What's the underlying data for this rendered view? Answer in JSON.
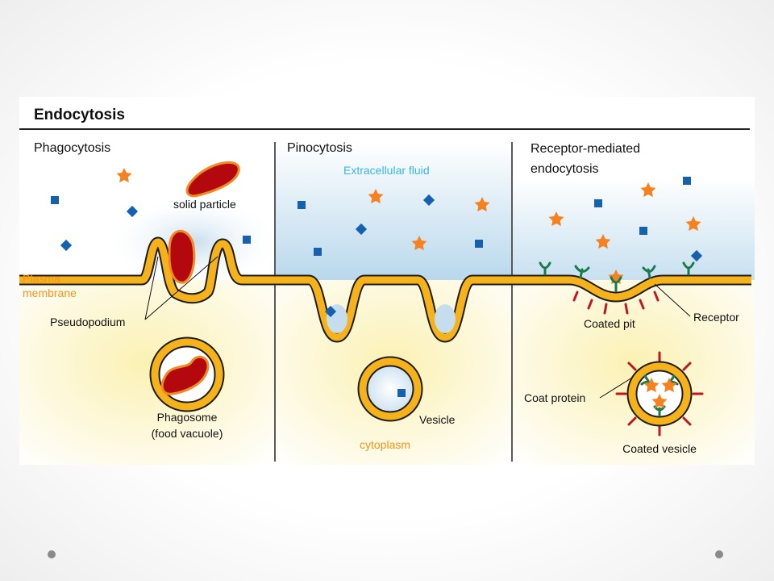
{
  "figure": {
    "title": "Endocytosis",
    "panels": [
      {
        "id": "phagocytosis",
        "heading": "Phagocytosis",
        "labels": {
          "solid_particle": "solid particle",
          "plasma_membrane_line1": "Plasma",
          "plasma_membrane_line2": "membrane",
          "pseudopodium": "Pseudopodium",
          "phagosome_line1": "Phagosome",
          "phagosome_line2": "(food vacuole)"
        }
      },
      {
        "id": "pinocytosis",
        "heading": "Pinocytosis",
        "labels": {
          "extracellular_fluid": "Extracellular fluid",
          "vesicle": "Vesicle",
          "cytoplasm": "cytoplasm"
        }
      },
      {
        "id": "receptor-mediated",
        "heading_line1": "Receptor-mediated",
        "heading_line2": "endocytosis",
        "labels": {
          "receptor": "Receptor",
          "coated_pit": "Coated pit",
          "coat_protein": "Coat protein",
          "coated_vesicle": "Coated vesicle"
        }
      }
    ]
  },
  "colors": {
    "membrane_fill": "#f6b21a",
    "membrane_outline": "#1d1d1d",
    "particle": "#b3090e",
    "particle_outline": "#f08a24",
    "star": "#f5821f",
    "square": "#1561b0",
    "receptor": "#1a7a4c",
    "coat_protein": "#c0161f",
    "label_orange": "#f7941d",
    "label_cyan": "#38b6e0",
    "extracellular_tint": "#b9d8ec",
    "cytoplasm_tint": "#fdf6cc"
  },
  "slide_dots": [
    "left-dot",
    "right-dot"
  ]
}
